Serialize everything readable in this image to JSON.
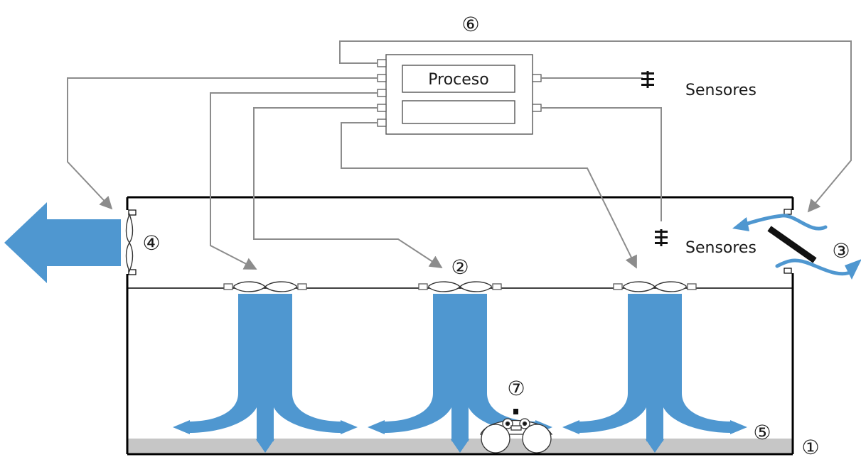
{
  "labels": {
    "controller_process": "Proceso",
    "sensors_top": "Sensores",
    "sensors_room": "Sensores"
  },
  "callouts": {
    "floor": "①",
    "circulation_fans": "②",
    "air_inlet": "③",
    "exhaust_fan": "④",
    "air_flow": "⑤",
    "control_system": "⑥",
    "animal": "⑦"
  },
  "colors": {
    "air_flow": "#4f97d0",
    "wiring": "#8c8c8c",
    "floor": "#c6c6c6",
    "outline": "#000000"
  },
  "icons": [
    "sensor-icon",
    "fan-icon",
    "exhaust-fan-icon",
    "air-inlet-flap-icon",
    "arrow-icon",
    "animal-icon"
  ]
}
